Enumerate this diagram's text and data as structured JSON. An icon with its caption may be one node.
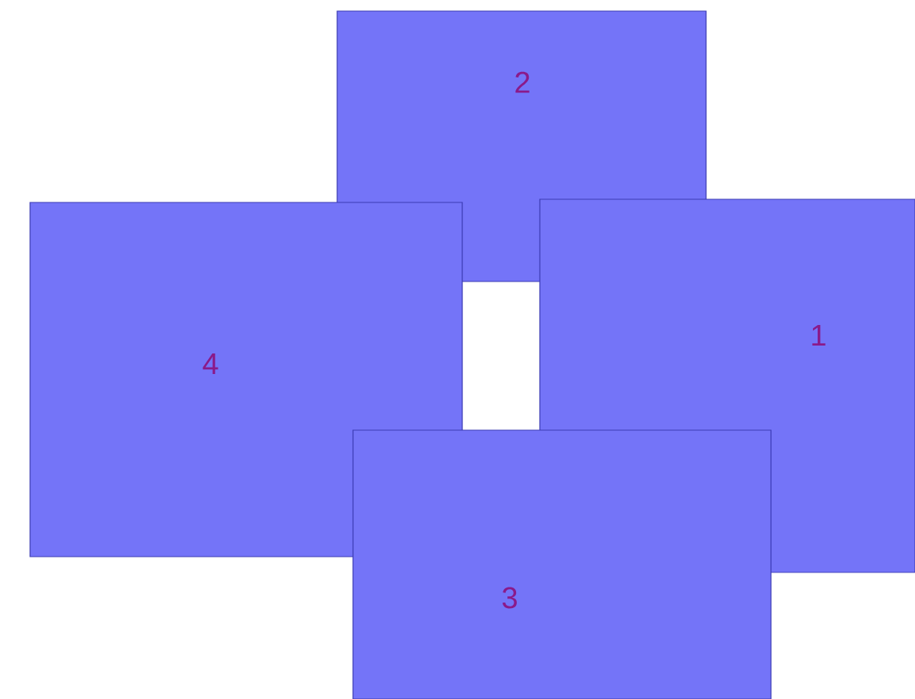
{
  "diagram": {
    "nodes": [
      {
        "text": [
          "2"
        ]
      },
      {
        "text": [
          "4"
        ]
      },
      {
        "text": [
          "1"
        ]
      },
      {
        "text": [
          "3"
        ]
      }
    ]
  }
}
